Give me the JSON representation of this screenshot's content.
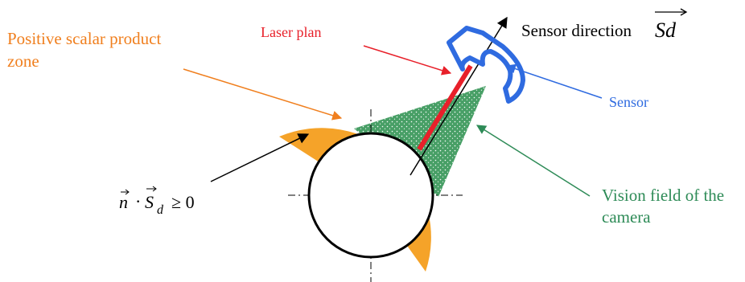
{
  "labels": {
    "positive_zone": {
      "line1": "Positive scalar product",
      "line2": "zone"
    },
    "laser": "Laser plan",
    "sensor_direction": "Sensor direction",
    "sd_vector": "Sd",
    "sensor": "Sensor",
    "vision_field": {
      "line1": "Vision field of the",
      "line2": "camera"
    },
    "equation": {
      "n": "n",
      "dot": "·",
      "S": "S",
      "sub": "d",
      "rel": "≥ 0"
    }
  },
  "colors": {
    "orange_zone": "#F5A329",
    "orange_text": "#F07F1E",
    "laser_red": "#E8202A",
    "sensor_blue": "#2F6BE0",
    "vision_green": "#2E8B57",
    "black": "#000000"
  }
}
